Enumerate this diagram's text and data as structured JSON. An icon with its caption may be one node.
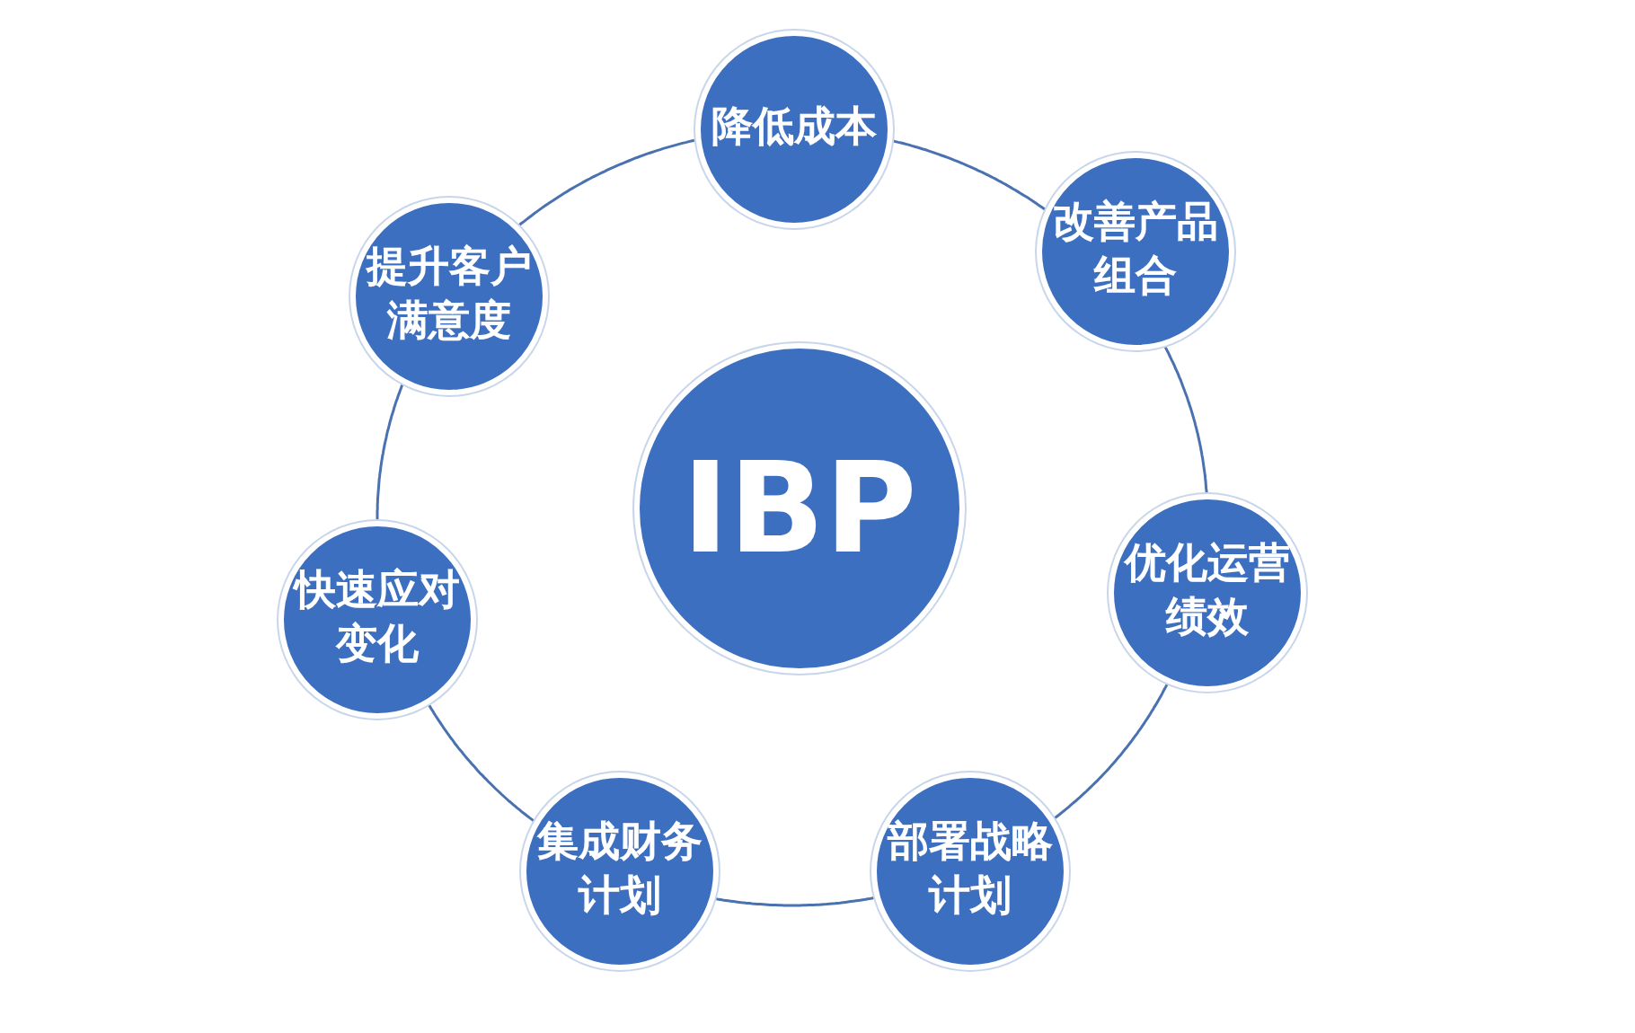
{
  "diagram": {
    "nodes": [
      {
        "text": [
          "IBP"
        ]
      },
      {
        "text": [
          "降低成本"
        ]
      },
      {
        "text": [
          "改善产品组合"
        ]
      },
      {
        "text": [
          "优化运营绩效"
        ]
      },
      {
        "text": [
          "部署战略计划"
        ]
      },
      {
        "text": [
          "集成财务计划"
        ]
      },
      {
        "text": [
          "快速应对变化"
        ]
      },
      {
        "text": [
          "提升客户满意度"
        ]
      }
    ],
    "edges": [
      {
        "from": 1,
        "to": 2,
        "arrow": "none"
      },
      {
        "from": 2,
        "to": 3,
        "arrow": "none"
      },
      {
        "from": 3,
        "to": 4,
        "arrow": "none"
      },
      {
        "from": 4,
        "to": 5,
        "arrow": "none"
      },
      {
        "from": 5,
        "to": 6,
        "arrow": "none"
      },
      {
        "from": 6,
        "to": 7,
        "arrow": "none"
      },
      {
        "from": 7,
        "to": 1,
        "arrow": "none"
      }
    ]
  }
}
